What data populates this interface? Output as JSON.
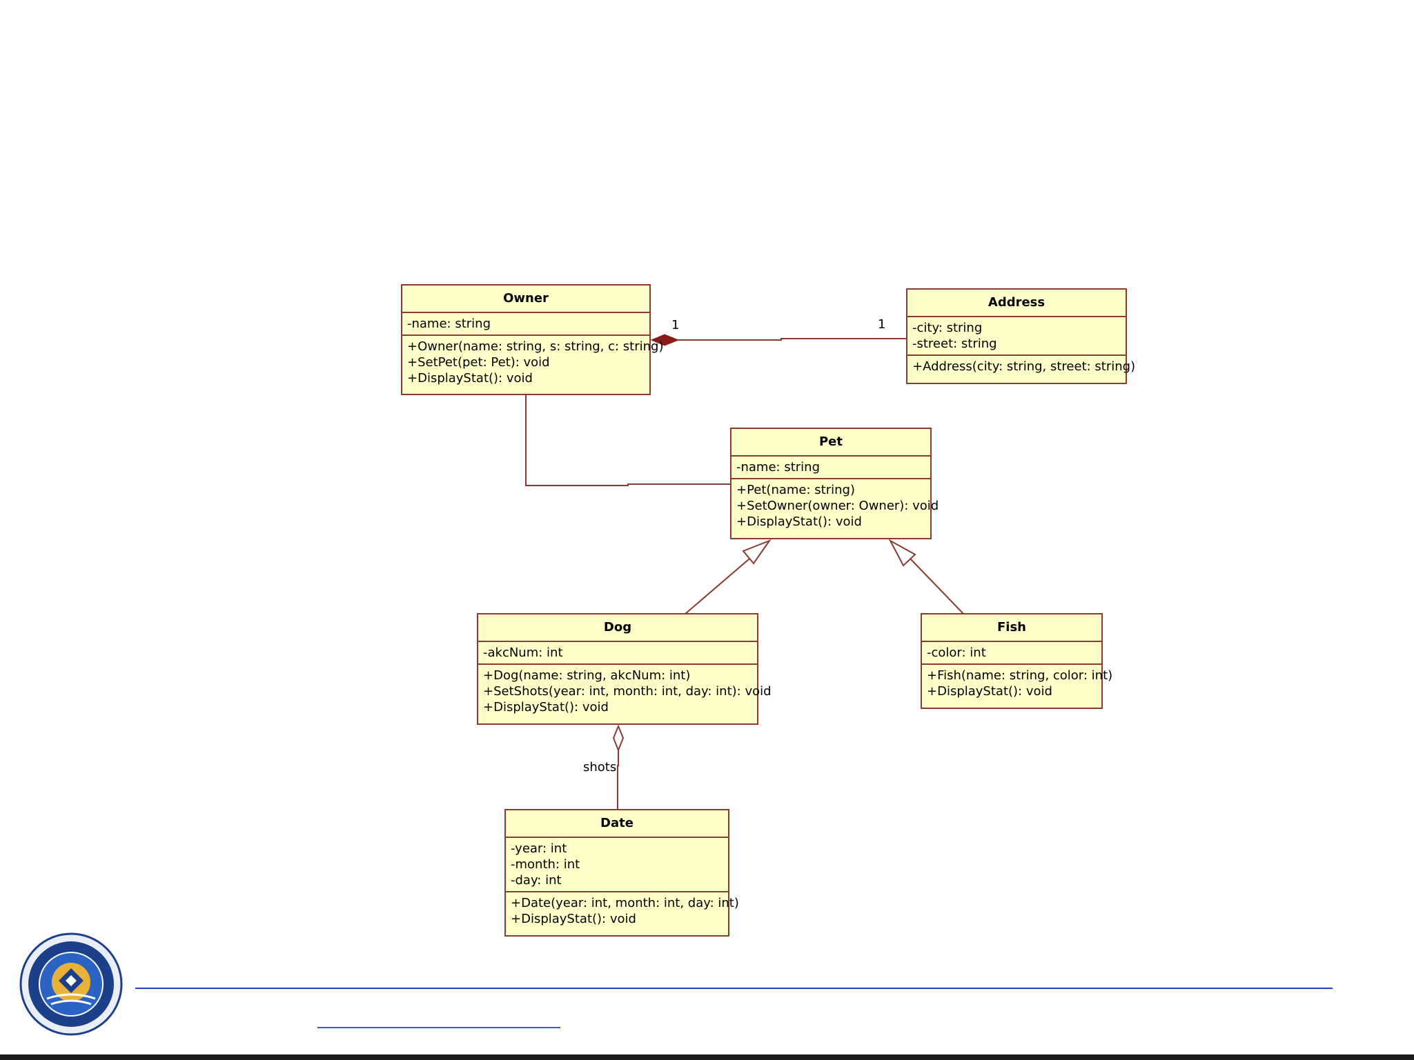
{
  "classes": {
    "owner": {
      "name": "Owner",
      "attributes": [
        "-name: string"
      ],
      "operations": [
        "+Owner(name: string, s: string, c: string)",
        "+SetPet(pet: Pet): void",
        "+DisplayStat(): void"
      ]
    },
    "address": {
      "name": "Address",
      "attributes": [
        "-city: string",
        "-street: string"
      ],
      "operations": [
        "+Address(city: string, street: string)"
      ]
    },
    "pet": {
      "name": "Pet",
      "attributes": [
        "-name: string"
      ],
      "operations": [
        "+Pet(name: string)",
        "+SetOwner(owner: Owner): void",
        "+DisplayStat(): void"
      ]
    },
    "dog": {
      "name": "Dog",
      "attributes": [
        "-akcNum: int"
      ],
      "operations": [
        "+Dog(name: string, akcNum: int)",
        "+SetShots(year: int, month: int, day: int): void",
        "+DisplayStat(): void"
      ]
    },
    "fish": {
      "name": "Fish",
      "attributes": [
        "-color: int"
      ],
      "operations": [
        "+Fish(name: string, color: int)",
        "+DisplayStat(): void"
      ]
    },
    "date": {
      "name": "Date",
      "attributes": [
        "-year: int",
        "-month: int",
        "-day: int"
      ],
      "operations": [
        "+Date(year: int, month: int, day: int)",
        "+DisplayStat(): void"
      ]
    }
  },
  "relations": {
    "owner_address": {
      "type": "composition",
      "source_multiplicity": "1",
      "target_multiplicity": "1"
    },
    "owner_pet": {
      "type": "association"
    },
    "dog_pet": {
      "type": "generalization"
    },
    "fish_pet": {
      "type": "generalization"
    },
    "dog_date": {
      "type": "aggregation",
      "role": "shots"
    }
  },
  "colors": {
    "class_fill": "#ffffc9",
    "class_border": "#8b3a2f",
    "line": "#8b3a2f",
    "composition_diamond": "#8b1a1a",
    "footer_rule": "#1f3fb8",
    "logo_ring": "#1c3f8a",
    "logo_center": "#e8b23a"
  },
  "icons": {
    "logo": "college-seal-icon"
  }
}
